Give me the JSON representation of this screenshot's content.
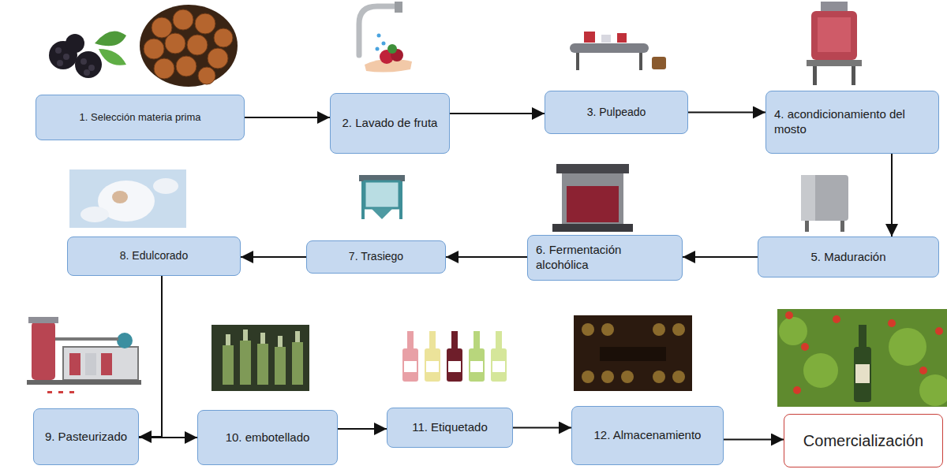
{
  "diagram": {
    "nodes": [
      {
        "text": [
          "1. Selección materia prima"
        ]
      },
      {
        "text": [
          "2. Lavado de fruta"
        ]
      },
      {
        "text": [
          "3. Pulpeado"
        ]
      },
      {
        "text": [
          "4. acondicionamiento del mosto"
        ]
      },
      {
        "text": [
          "5. Maduración"
        ]
      },
      {
        "text": [
          "6. Fermentación alcohólica"
        ]
      },
      {
        "text": [
          "7. Trasiego"
        ]
      },
      {
        "text": [
          "8. Edulcorado"
        ]
      },
      {
        "text": [
          "9. Pasteurizado"
        ]
      },
      {
        "text": [
          "10. embotellado"
        ]
      },
      {
        "text": [
          "11. Etiquetado"
        ]
      },
      {
        "text": [
          "12. Almacenamiento"
        ]
      },
      {
        "text": [
          "Comercialización"
        ]
      }
    ],
    "edges": [
      {
        "from": 0,
        "to": 1,
        "arrow": "to"
      },
      {
        "from": 1,
        "to": 2,
        "arrow": "to"
      },
      {
        "from": 2,
        "to": 3,
        "arrow": "to"
      },
      {
        "from": 3,
        "to": 4,
        "arrow": "to"
      },
      {
        "from": 4,
        "to": 5,
        "arrow": "to"
      },
      {
        "from": 5,
        "to": 6,
        "arrow": "to"
      },
      {
        "from": 6,
        "to": 7,
        "arrow": "to"
      },
      {
        "from": 7,
        "to": 8,
        "arrow": "to"
      },
      {
        "from": 8,
        "to": 9,
        "arrow": "to"
      },
      {
        "from": 9,
        "to": 10,
        "arrow": "to"
      },
      {
        "from": 10,
        "to": 11,
        "arrow": "to"
      },
      {
        "from": 11,
        "to": 12,
        "arrow": "to"
      }
    ]
  }
}
